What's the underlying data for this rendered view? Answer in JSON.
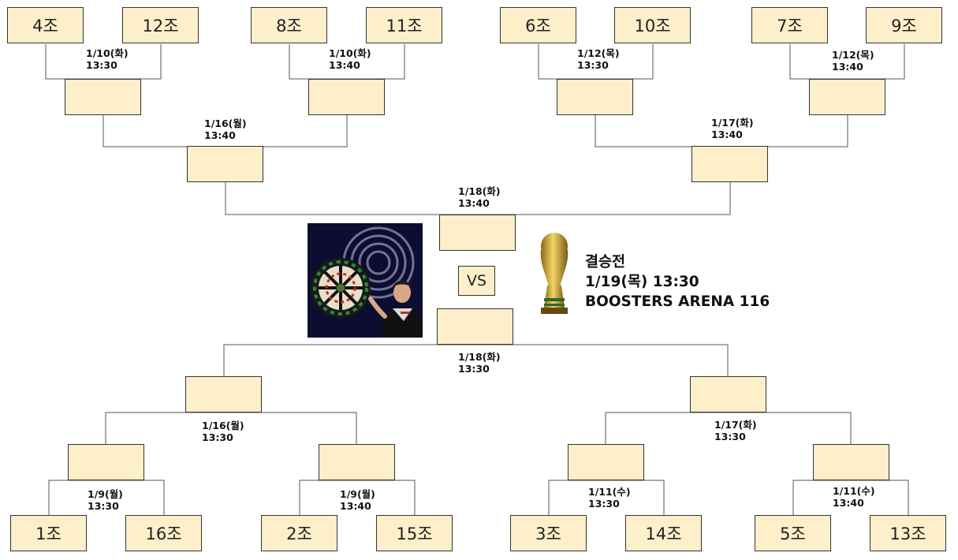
{
  "teams_top": [
    "4조",
    "12조",
    "8조",
    "11조",
    "6조",
    "10조",
    "7조",
    "9조"
  ],
  "teams_bottom": [
    "1조",
    "16조",
    "2조",
    "15조",
    "3조",
    "14조",
    "5조",
    "13조"
  ],
  "dates": {
    "top_r1_a": "1/10(화)\n13:30",
    "top_r1_b": "1/10(화)\n13:40",
    "top_r1_c": "1/12(목)\n13:30",
    "top_r1_d": "1/12(목)\n13:40",
    "top_r2_a": "1/16(월)\n13:40",
    "top_r2_b": "1/17(화)\n13:40",
    "top_semi": "1/18(화)\n13:40",
    "bottom_semi": "1/18(화)\n13:30",
    "bottom_r2_a": "1/16(월)\n13:30",
    "bottom_r2_b": "1/17(화)\n13:30",
    "bottom_r1_a": "1/9(월)\n13:30",
    "bottom_r1_b": "1/9(월)\n13:40",
    "bottom_r1_c": "1/11(수)\n13:30",
    "bottom_r1_d": "1/11(수)\n13:40"
  },
  "vs_label": "VS",
  "final": {
    "title": "결승전",
    "datetime": "1/19(목) 13:30",
    "venue": "BOOSTERS ARENA 116"
  },
  "colors": {
    "box_fill": "#fdefc9",
    "line": "#555555"
  },
  "images": {
    "left": "darts-player-image",
    "right": "world-cup-trophy-image"
  }
}
